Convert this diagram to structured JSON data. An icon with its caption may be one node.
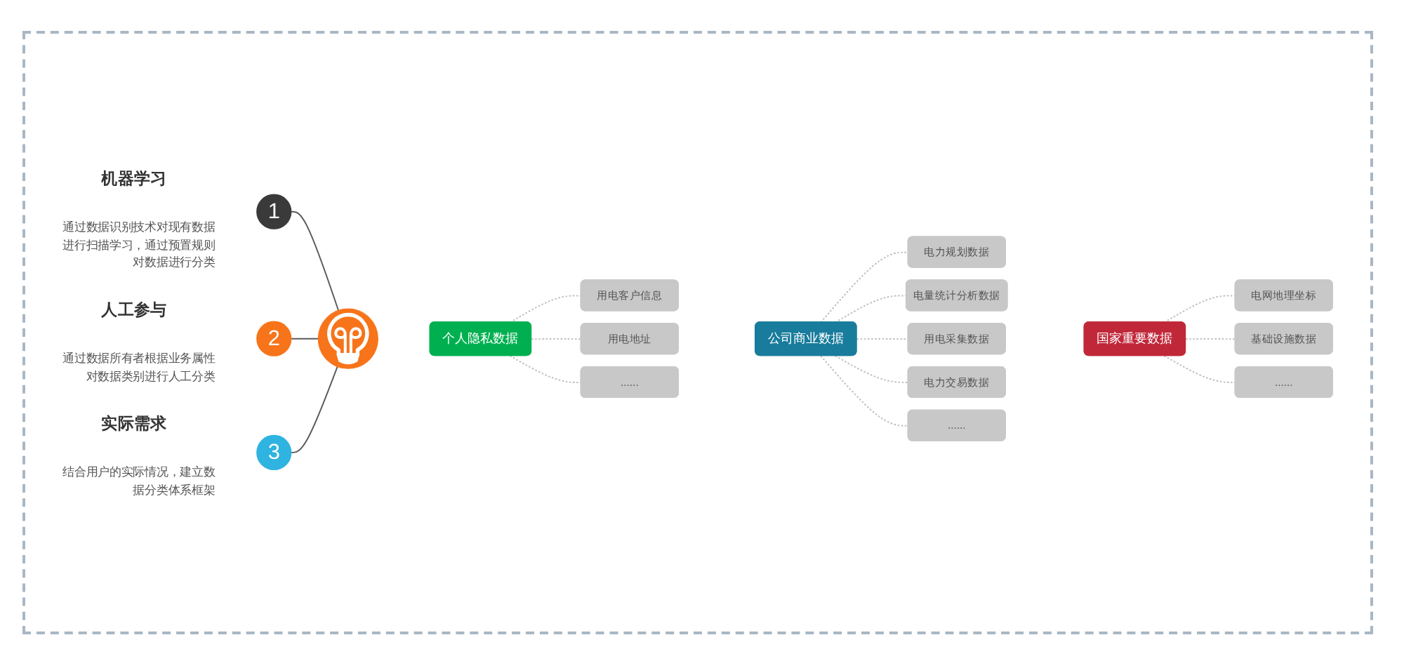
{
  "diagram": {
    "nodes": [
      {
        "text": [
          "1"
        ],
        "beside": [
          "机器学习",
          "通过数据识别技术对现有数据进行扫描学习，通过预置规则对数据进行分类"
        ]
      },
      {
        "text": [
          "2"
        ],
        "beside": [
          "人工参与",
          "通过数据所有者根据业务属性对数据类别进行人工分类"
        ]
      },
      {
        "text": [
          "3"
        ],
        "beside": [
          "实际需求",
          "结合用户的实际情况，建立数据分类体系框架"
        ]
      },
      {
        "text": [],
        "shape": "circle"
      },
      {
        "text": [
          "个人隐私数据"
        ]
      },
      {
        "text": [
          "用电客户信息"
        ]
      },
      {
        "text": [
          "用电地址"
        ]
      },
      {
        "text": [
          "......"
        ]
      },
      {
        "text": [
          "公司商业数据"
        ]
      },
      {
        "text": [
          "电力规划数据"
        ]
      },
      {
        "text": [
          "电量统计分析数据"
        ]
      },
      {
        "text": [
          "用电采集数据"
        ]
      },
      {
        "text": [
          "电力交易数据"
        ]
      },
      {
        "text": [
          "......"
        ]
      },
      {
        "text": [
          "国家重要数据"
        ]
      },
      {
        "text": [
          "电网地理坐标"
        ]
      },
      {
        "text": [
          "基础设施数据"
        ]
      },
      {
        "text": [
          "......"
        ]
      }
    ],
    "edges": [
      {
        "from": 0,
        "to": 3,
        "arrow": "none",
        "color": "#595959"
      },
      {
        "from": 1,
        "to": 3,
        "arrow": "none",
        "color": "#595959"
      },
      {
        "from": 2,
        "to": 3,
        "arrow": "none",
        "color": "#595959"
      },
      {
        "from": 4,
        "to": 5,
        "arrow": "none",
        "style": "dashed"
      },
      {
        "from": 4,
        "to": 6,
        "arrow": "none",
        "style": "dashed"
      },
      {
        "from": 4,
        "to": 7,
        "arrow": "none",
        "style": "dashed"
      },
      {
        "from": 8,
        "to": 9,
        "arrow": "none",
        "style": "dashed"
      },
      {
        "from": 8,
        "to": 10,
        "arrow": "none",
        "style": "dashed"
      },
      {
        "from": 8,
        "to": 11,
        "arrow": "none",
        "style": "dashed"
      },
      {
        "from": 8,
        "to": 12,
        "arrow": "none",
        "style": "dashed"
      },
      {
        "from": 8,
        "to": 13,
        "arrow": "none",
        "style": "dashed"
      },
      {
        "from": 14,
        "to": 15,
        "arrow": "none",
        "style": "dashed"
      },
      {
        "from": 14,
        "to": 16,
        "arrow": "none",
        "style": "dashed"
      },
      {
        "from": 14,
        "to": 17,
        "arrow": "none",
        "style": "dashed"
      }
    ]
  }
}
